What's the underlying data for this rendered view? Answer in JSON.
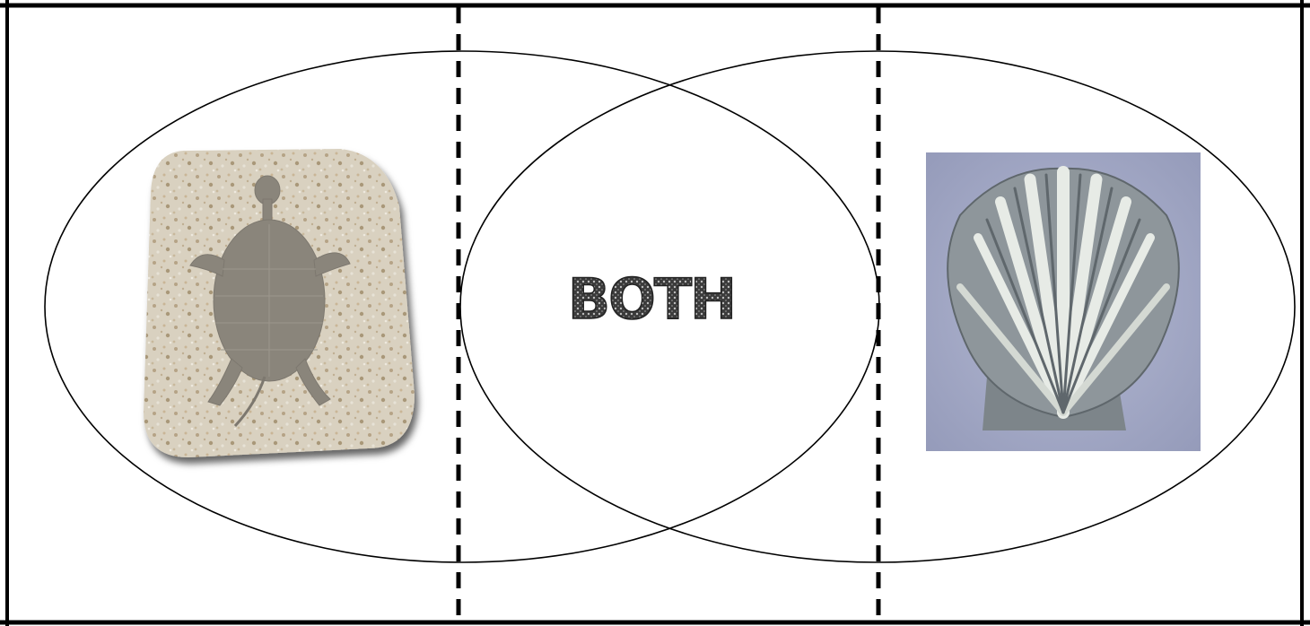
{
  "diagram": {
    "type": "venn",
    "sets": [
      {
        "name": "left",
        "image": "turtle-fossil"
      },
      {
        "name": "right",
        "image": "scallop-shell-fossil"
      }
    ],
    "intersection_label": "BOTH"
  },
  "colors": {
    "line": "#000000",
    "stone": "#d8cfbd",
    "stone_speckle": "#b9a88c",
    "turtle": "#8a857b",
    "shell_background": "#a4aac8",
    "shell": "#8e969b",
    "shell_rib_light": "#e7ebe6",
    "shell_rib_dark": "#5f676c"
  }
}
